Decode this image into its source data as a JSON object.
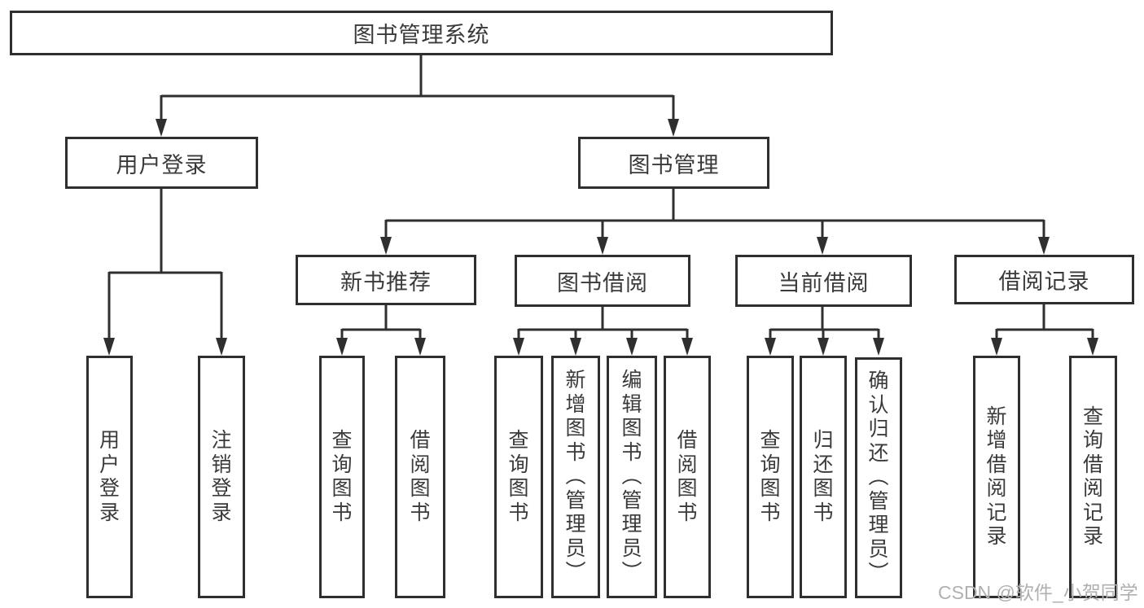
{
  "root": {
    "label": "图书管理系统",
    "children": [
      {
        "label": "用户登录",
        "children": [
          {
            "label": "用户登录"
          },
          {
            "label": "注销登录"
          }
        ]
      },
      {
        "label": "图书管理",
        "children": [
          {
            "label": "新书推荐",
            "children": [
              {
                "label": "查询图书"
              },
              {
                "label": "借阅图书"
              }
            ]
          },
          {
            "label": "图书借阅",
            "children": [
              {
                "label": "查询图书"
              },
              {
                "label": "新增图书（管理员）"
              },
              {
                "label": "编辑图书（管理员）"
              },
              {
                "label": "借阅图书"
              }
            ]
          },
          {
            "label": "当前借阅",
            "children": [
              {
                "label": "查询图书"
              },
              {
                "label": "归还图书"
              },
              {
                "label": "确认归还（管理员）"
              }
            ]
          },
          {
            "label": "借阅记录",
            "children": [
              {
                "label": "新增借阅记录"
              },
              {
                "label": "查询借阅记录"
              }
            ]
          }
        ]
      }
    ]
  },
  "watermark": {
    "text": "CSDN @软件_小贺同学"
  },
  "colors": {
    "line": "#2f2f2f",
    "text": "#3a3a3a",
    "background": "#ffffff",
    "watermark": "#b0b0b0"
  }
}
